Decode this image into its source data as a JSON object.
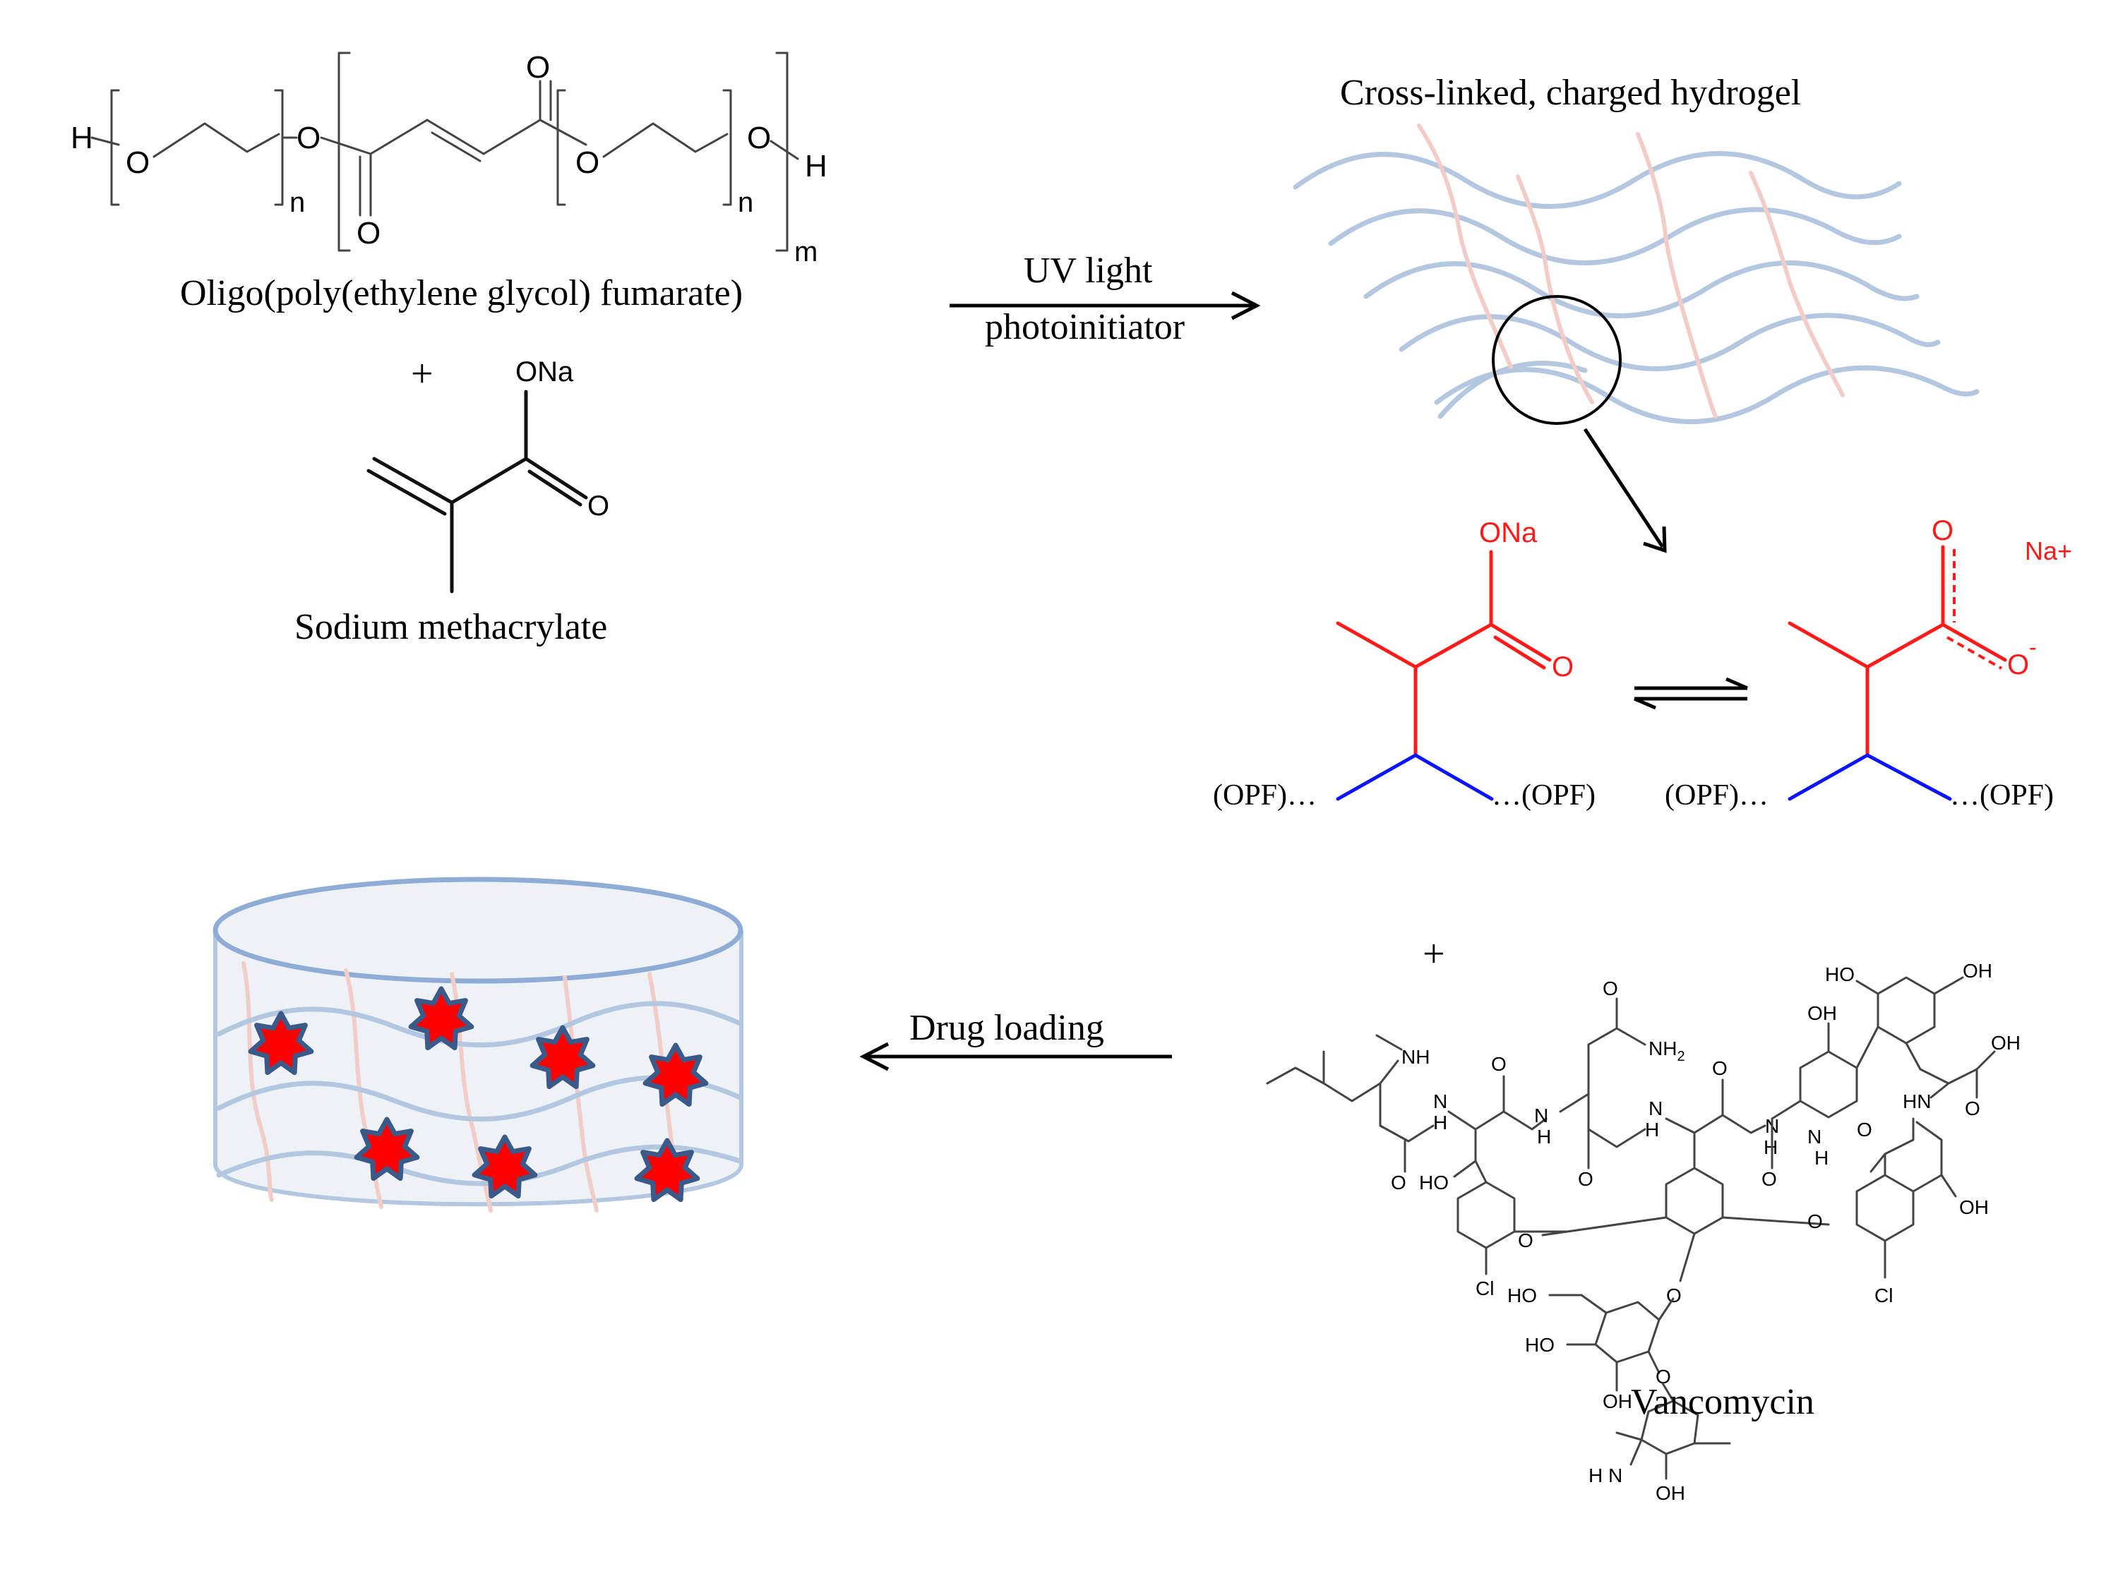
{
  "labels": {
    "opf": "Oligo(poly(ethylene glycol) fumarate)",
    "sodium_methacrylate": "Sodium methacrylate",
    "uv_light": "UV light",
    "photoinitiator": "photoinitiator",
    "hydrogel": "Cross-linked, charged hydrogel",
    "drug_loading": "Drug loading",
    "vancomycin": "Vancomycin",
    "plus": "+"
  },
  "opf_atoms": {
    "h_left": "H",
    "o": "O",
    "h_right": "H",
    "n": "n",
    "m": "m"
  },
  "methacrylate_atoms": {
    "ona": "ONa",
    "o": "O"
  },
  "charged_unit": {
    "ona": "ONa",
    "o": "O",
    "o_minus": "O",
    "minus": "-",
    "na_plus": "Na+",
    "opf_left": "(OPF)…",
    "opf_right": "…(OPF)"
  },
  "vanco_atoms": {
    "nh": "NH",
    "n": "N",
    "h": "H",
    "nh2": "NH",
    "sub2": "2",
    "ho": "HO",
    "oh": "OH",
    "o": "O",
    "cl": "Cl",
    "hn": "HN",
    "h2n": "H N"
  },
  "colors": {
    "polymer_chain": "#b4c7e1",
    "crosslink": "#f2cdc8",
    "charged_group": "#ff1a1a",
    "backbone": "#0a14ff",
    "drug_star_fill": "#ff0000",
    "drug_star_stroke": "#3a5a8a"
  }
}
